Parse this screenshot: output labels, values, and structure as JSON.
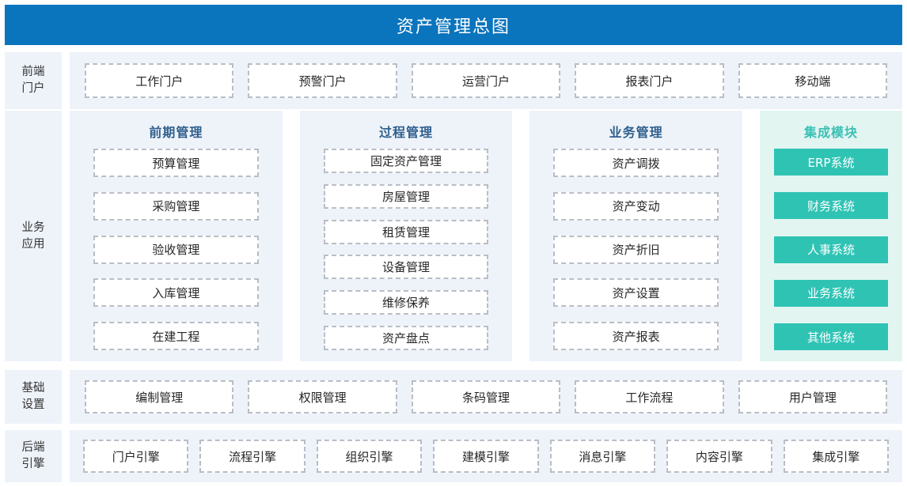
{
  "header": {
    "title": "资产管理总图",
    "background": "#0a74bd"
  },
  "rows": {
    "portal": {
      "label_line1": "前端",
      "label_line2": "门户",
      "items": [
        {
          "label": "工作门户"
        },
        {
          "label": "预警门户"
        },
        {
          "label": "运营门户"
        },
        {
          "label": "报表门户"
        },
        {
          "label": "移动端"
        }
      ]
    },
    "business": {
      "label_line1": "业务",
      "label_line2": "应用",
      "columns": [
        {
          "heading": "前期管理",
          "heading_color": "#2f5f8c",
          "style": "dashed",
          "items": [
            {
              "label": "预算管理"
            },
            {
              "label": "采购管理"
            },
            {
              "label": "验收管理"
            },
            {
              "label": "入库管理"
            },
            {
              "label": "在建工程"
            }
          ]
        },
        {
          "heading": "过程管理",
          "heading_color": "#2f5f8c",
          "style": "dashed",
          "items": [
            {
              "label": "固定资产管理"
            },
            {
              "label": "房屋管理"
            },
            {
              "label": "租赁管理"
            },
            {
              "label": "设备管理"
            },
            {
              "label": "维修保养"
            },
            {
              "label": "资产盘点"
            }
          ]
        },
        {
          "heading": "业务管理",
          "heading_color": "#2f5f8c",
          "style": "dashed",
          "items": [
            {
              "label": "资产调拨"
            },
            {
              "label": "资产变动"
            },
            {
              "label": "资产折旧"
            },
            {
              "label": "资产设置"
            },
            {
              "label": "资产报表"
            }
          ]
        },
        {
          "heading": "集成模块",
          "heading_color": "#3cc0b4",
          "style": "solid-teal",
          "items": [
            {
              "label": "ERP系统"
            },
            {
              "label": "财务系统"
            },
            {
              "label": "人事系统"
            },
            {
              "label": "业务系统"
            },
            {
              "label": "其他系统"
            }
          ]
        }
      ]
    },
    "base": {
      "label_line1": "基础",
      "label_line2": "设置",
      "items": [
        {
          "label": "编制管理"
        },
        {
          "label": "权限管理"
        },
        {
          "label": "条码管理"
        },
        {
          "label": "工作流程"
        },
        {
          "label": "用户管理"
        }
      ]
    },
    "engine": {
      "label_line1": "后端",
      "label_line2": "引擎",
      "items": [
        {
          "label": "门户引擎"
        },
        {
          "label": "流程引擎"
        },
        {
          "label": "组织引擎"
        },
        {
          "label": "建模引擎"
        },
        {
          "label": "消息引擎"
        },
        {
          "label": "内容引擎"
        },
        {
          "label": "集成引擎"
        }
      ]
    }
  },
  "colors": {
    "header_blue": "#0a74bd",
    "panel_blue": "#eef3fa",
    "panel_teal": "#e2f5f1",
    "chip_border": "#b9bec6",
    "teal_button": "#2fc3b4",
    "heading_blue": "#2f5f8c",
    "heading_teal": "#3cc0b4"
  }
}
